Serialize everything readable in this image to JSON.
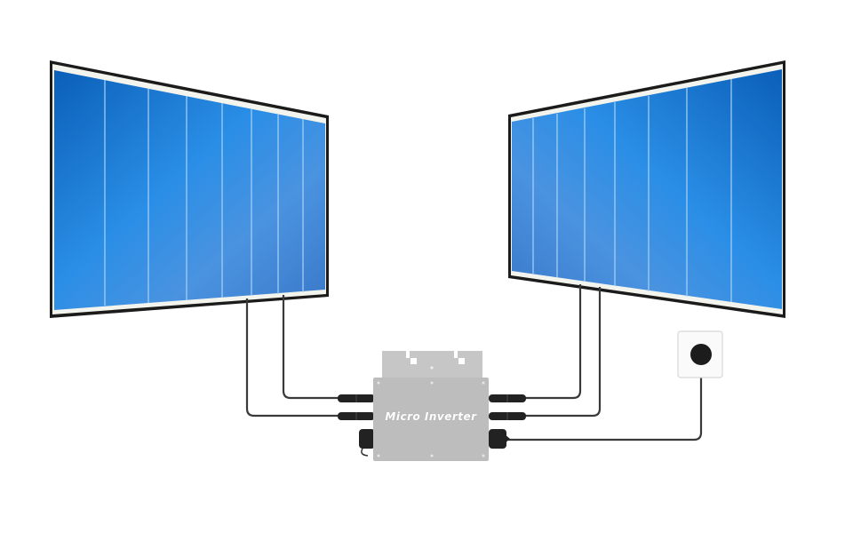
{
  "diagram": {
    "type": "solar-micro-inverter-wiring",
    "components": {
      "left_panel": {
        "label": "Solar panel (left)",
        "cells": 8
      },
      "right_panel": {
        "label": "Solar panel (right)",
        "cells": 8
      },
      "inverter": {
        "label": "Micro Inverter"
      },
      "outlet": {
        "label": "Wall outlet"
      }
    },
    "connections": [
      {
        "from": "left_panel",
        "to": "inverter",
        "count": 2
      },
      {
        "from": "right_panel",
        "to": "inverter",
        "count": 2
      },
      {
        "from": "inverter",
        "to": "outlet",
        "count": 1
      }
    ]
  },
  "colors": {
    "panel_blue": "#1a7fd6",
    "panel_frame": "#1b1b1b",
    "cable": "#3a3a3a",
    "inverter_body": "#bdbdbd",
    "outlet_button": "#1c1c1c"
  }
}
